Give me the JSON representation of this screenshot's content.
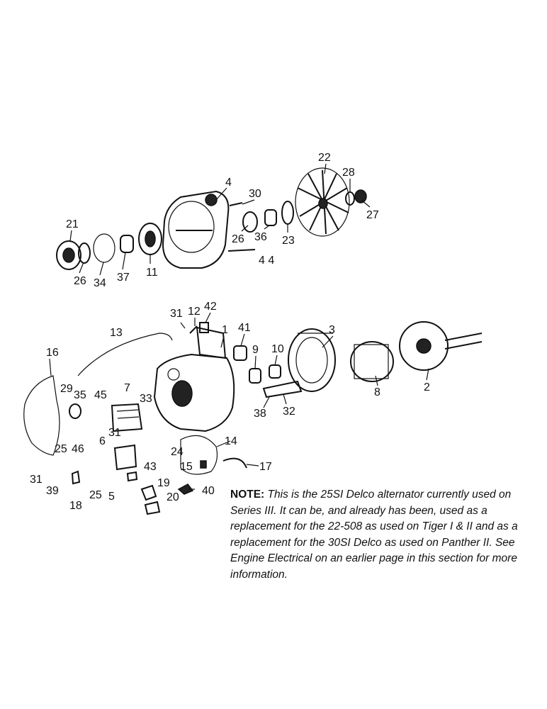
{
  "note": {
    "label": "NOTE:",
    "text": "This is the 25SI Delco alternator currently used on Series III. It can be, and already has been, used as a replacement for the 22-508 as used on Tiger I & II and as a replacement for the 30SI Delco as used on Panther II. See Engine Electrical on an earlier page in this section for more information."
  },
  "callouts": [
    {
      "id": "c21",
      "text": "21"
    },
    {
      "id": "c26a",
      "text": "26"
    },
    {
      "id": "c34",
      "text": "34"
    },
    {
      "id": "c37",
      "text": "37"
    },
    {
      "id": "c11",
      "text": "11"
    },
    {
      "id": "c4",
      "text": "4"
    },
    {
      "id": "c30",
      "text": "30"
    },
    {
      "id": "c26b",
      "text": "26"
    },
    {
      "id": "c36",
      "text": "36"
    },
    {
      "id": "c23",
      "text": "23"
    },
    {
      "id": "c44",
      "text": "4 4"
    },
    {
      "id": "c22",
      "text": "22"
    },
    {
      "id": "c28",
      "text": "28"
    },
    {
      "id": "c27",
      "text": "27"
    },
    {
      "id": "c31a",
      "text": "31"
    },
    {
      "id": "c12",
      "text": "12"
    },
    {
      "id": "c42",
      "text": "42"
    },
    {
      "id": "c1",
      "text": "1"
    },
    {
      "id": "c41",
      "text": "41"
    },
    {
      "id": "c13",
      "text": "13"
    },
    {
      "id": "c16",
      "text": "16"
    },
    {
      "id": "c29",
      "text": "29"
    },
    {
      "id": "c35",
      "text": "35"
    },
    {
      "id": "c45",
      "text": "45"
    },
    {
      "id": "c7",
      "text": "7"
    },
    {
      "id": "c33",
      "text": "33"
    },
    {
      "id": "c31b",
      "text": "31"
    },
    {
      "id": "c6",
      "text": "6"
    },
    {
      "id": "c25a",
      "text": "25"
    },
    {
      "id": "c46",
      "text": "46"
    },
    {
      "id": "c31c",
      "text": "31"
    },
    {
      "id": "c39",
      "text": "39"
    },
    {
      "id": "c18",
      "text": "18"
    },
    {
      "id": "c25b",
      "text": "25"
    },
    {
      "id": "c5",
      "text": "5"
    },
    {
      "id": "c24",
      "text": "24"
    },
    {
      "id": "c15",
      "text": "15"
    },
    {
      "id": "c14",
      "text": "14"
    },
    {
      "id": "c43",
      "text": "43"
    },
    {
      "id": "c19",
      "text": "19"
    },
    {
      "id": "c20",
      "text": "20"
    },
    {
      "id": "c40",
      "text": "40"
    },
    {
      "id": "c17",
      "text": "17"
    },
    {
      "id": "c3",
      "text": "3"
    },
    {
      "id": "c9",
      "text": "9"
    },
    {
      "id": "c10",
      "text": "10"
    },
    {
      "id": "c38",
      "text": "38"
    },
    {
      "id": "c32",
      "text": "32"
    },
    {
      "id": "c8",
      "text": "8"
    },
    {
      "id": "c2",
      "text": "2"
    }
  ]
}
